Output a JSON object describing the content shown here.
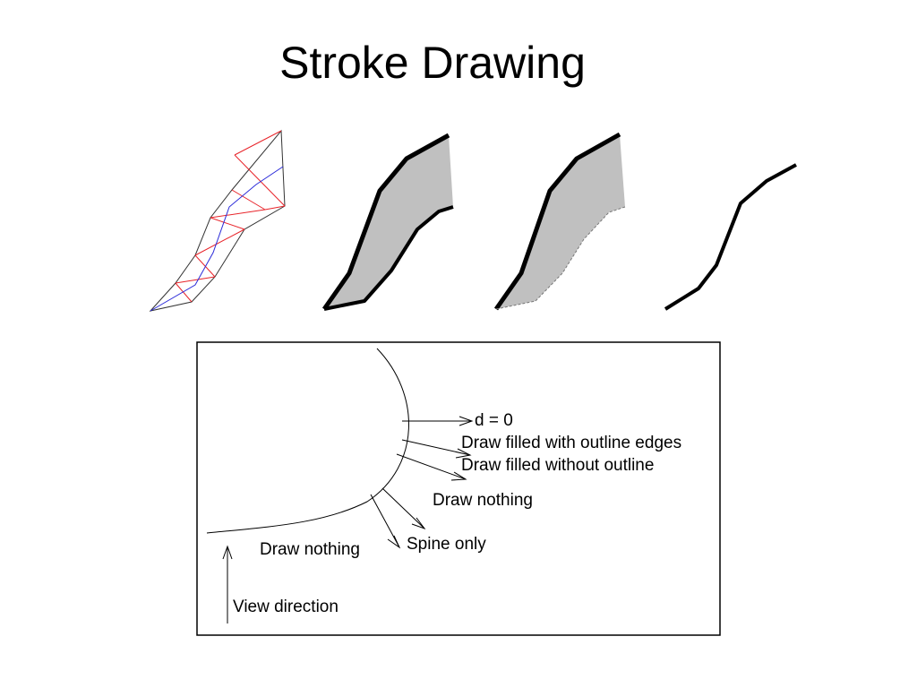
{
  "title": "Stroke Drawing",
  "panels": [
    "triangulated-stroke",
    "filled-with-outline",
    "filled-without-outline",
    "spine-only"
  ],
  "diagram": {
    "labels": {
      "d0": "d = 0",
      "filled_outline": "Draw filled with outline edges",
      "filled_no_outline": "Draw filled without outline",
      "nothing_1": "Draw nothing",
      "spine_only": "Spine only",
      "nothing_2": "Draw nothing",
      "view_direction": "View direction"
    }
  },
  "colors": {
    "fill": "#c0c0c0",
    "mesh_edges": "#e8242a",
    "spine": "#2b2bd9",
    "outline": "#000000",
    "dashed_edge": "#777777"
  }
}
